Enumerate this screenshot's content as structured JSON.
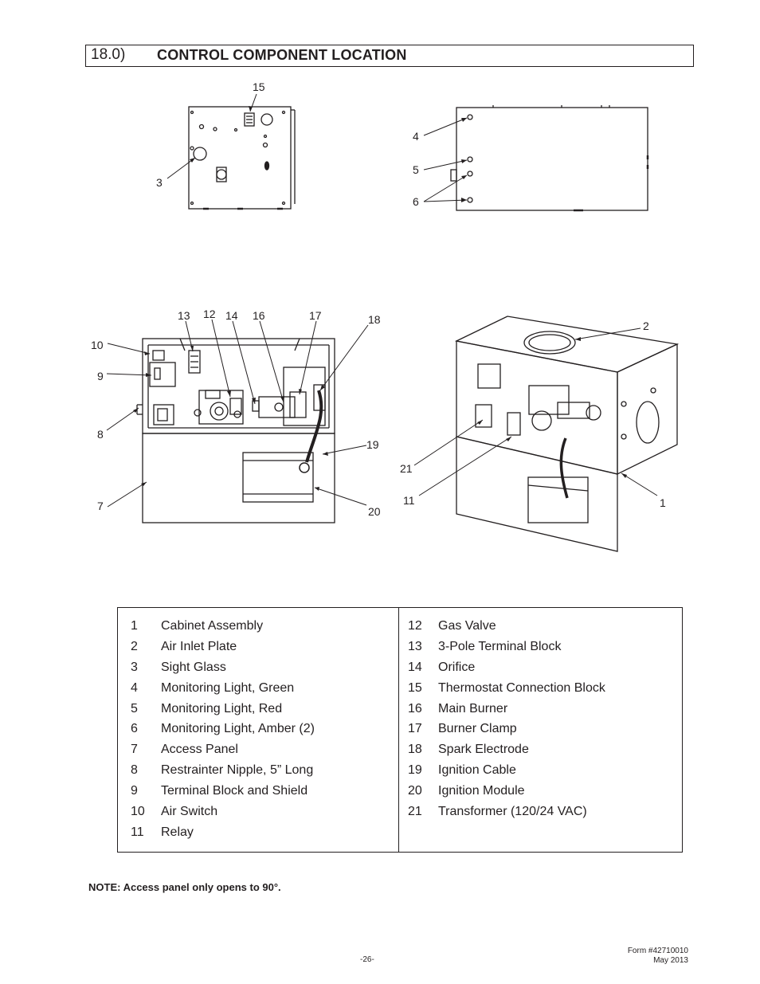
{
  "header": {
    "section_number": "18.0)",
    "title": "CONTROL COMPONENT LOCATION"
  },
  "callouts": {
    "c1": "1",
    "c2": "2",
    "c3": "3",
    "c4": "4",
    "c5": "5",
    "c6": "6",
    "c7": "7",
    "c8": "8",
    "c9": "9",
    "c10": "10",
    "c11": "11",
    "c12": "12",
    "c13": "13",
    "c14": "14",
    "c15": "15",
    "c16": "16",
    "c17": "17",
    "c18": "18",
    "c19": "19",
    "c20": "20",
    "c21": "21"
  },
  "parts": {
    "left": [
      {
        "num": "1",
        "name": "Cabinet Assembly"
      },
      {
        "num": "2",
        "name": "Air Inlet Plate"
      },
      {
        "num": "3",
        "name": "Sight Glass"
      },
      {
        "num": "4",
        "name": "Monitoring Light, Green"
      },
      {
        "num": "5",
        "name": "Monitoring Light, Red"
      },
      {
        "num": "6",
        "name": "Monitoring Light, Amber (2)"
      },
      {
        "num": "7",
        "name": "Access Panel"
      },
      {
        "num": "8",
        "name": "Restrainter Nipple, 5” Long"
      },
      {
        "num": "9",
        "name": "Terminal Block and Shield"
      },
      {
        "num": "10",
        "name": "Air Switch"
      },
      {
        "num": "11",
        "name": "Relay"
      }
    ],
    "right": [
      {
        "num": "12",
        "name": "Gas Valve"
      },
      {
        "num": "13",
        "name": "3-Pole Terminal Block"
      },
      {
        "num": "14",
        "name": "Orifice"
      },
      {
        "num": "15",
        "name": "Thermostat Connection Block"
      },
      {
        "num": "16",
        "name": "Main Burner"
      },
      {
        "num": "17",
        "name": "Burner Clamp"
      },
      {
        "num": "18",
        "name": "Spark Electrode"
      },
      {
        "num": "19",
        "name": "Ignition Cable"
      },
      {
        "num": "20",
        "name": "Ignition Module"
      },
      {
        "num": "21",
        "name": "Transformer (120/24 VAC)"
      }
    ]
  },
  "note": "NOTE: Access panel only opens to 90°.",
  "footer": {
    "page": "-26-",
    "form_number": "Form #42710010",
    "date": "May 2013"
  }
}
